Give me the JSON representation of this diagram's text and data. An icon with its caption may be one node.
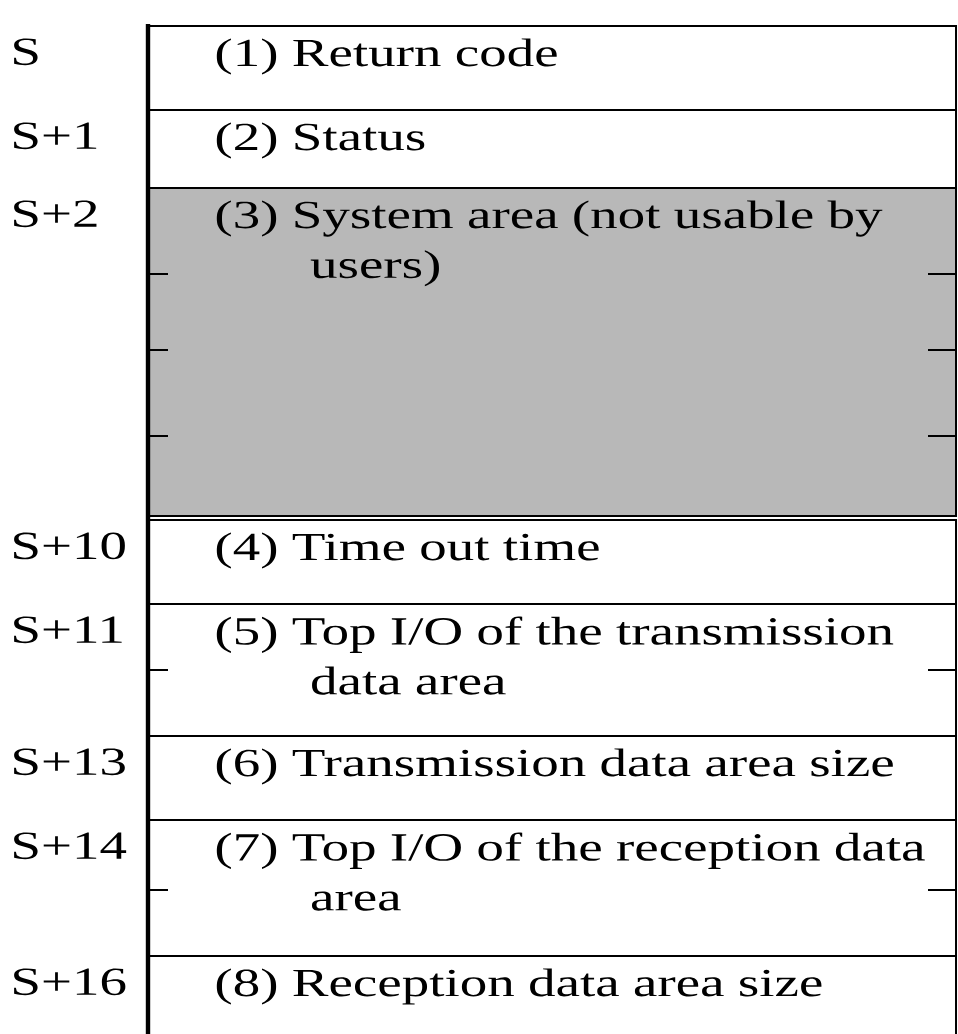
{
  "diagram": {
    "nodes": [
      {
        "text": [
          "(1) Return code"
        ],
        "beside": [
          "S"
        ]
      },
      {
        "text": [
          "(2) Status"
        ],
        "beside": [
          "S+1"
        ]
      },
      {
        "text": [
          "(3) System area (not usable by users)"
        ],
        "beside": [
          "S+2"
        ]
      },
      {
        "text": [
          "(4) Time out time"
        ],
        "beside": [
          "S+10"
        ]
      },
      {
        "text": [
          "(5) Top I/O of the transmission data area"
        ],
        "beside": [
          "S+11"
        ]
      },
      {
        "text": [
          "(6) Transmission data area size"
        ],
        "beside": [
          "S+13"
        ]
      },
      {
        "text": [
          "(7) Top I/O of the reception data area"
        ],
        "beside": [
          "S+14"
        ]
      },
      {
        "text": [
          "(8) Reception data area size"
        ],
        "beside": [
          "S+16"
        ]
      }
    ]
  }
}
